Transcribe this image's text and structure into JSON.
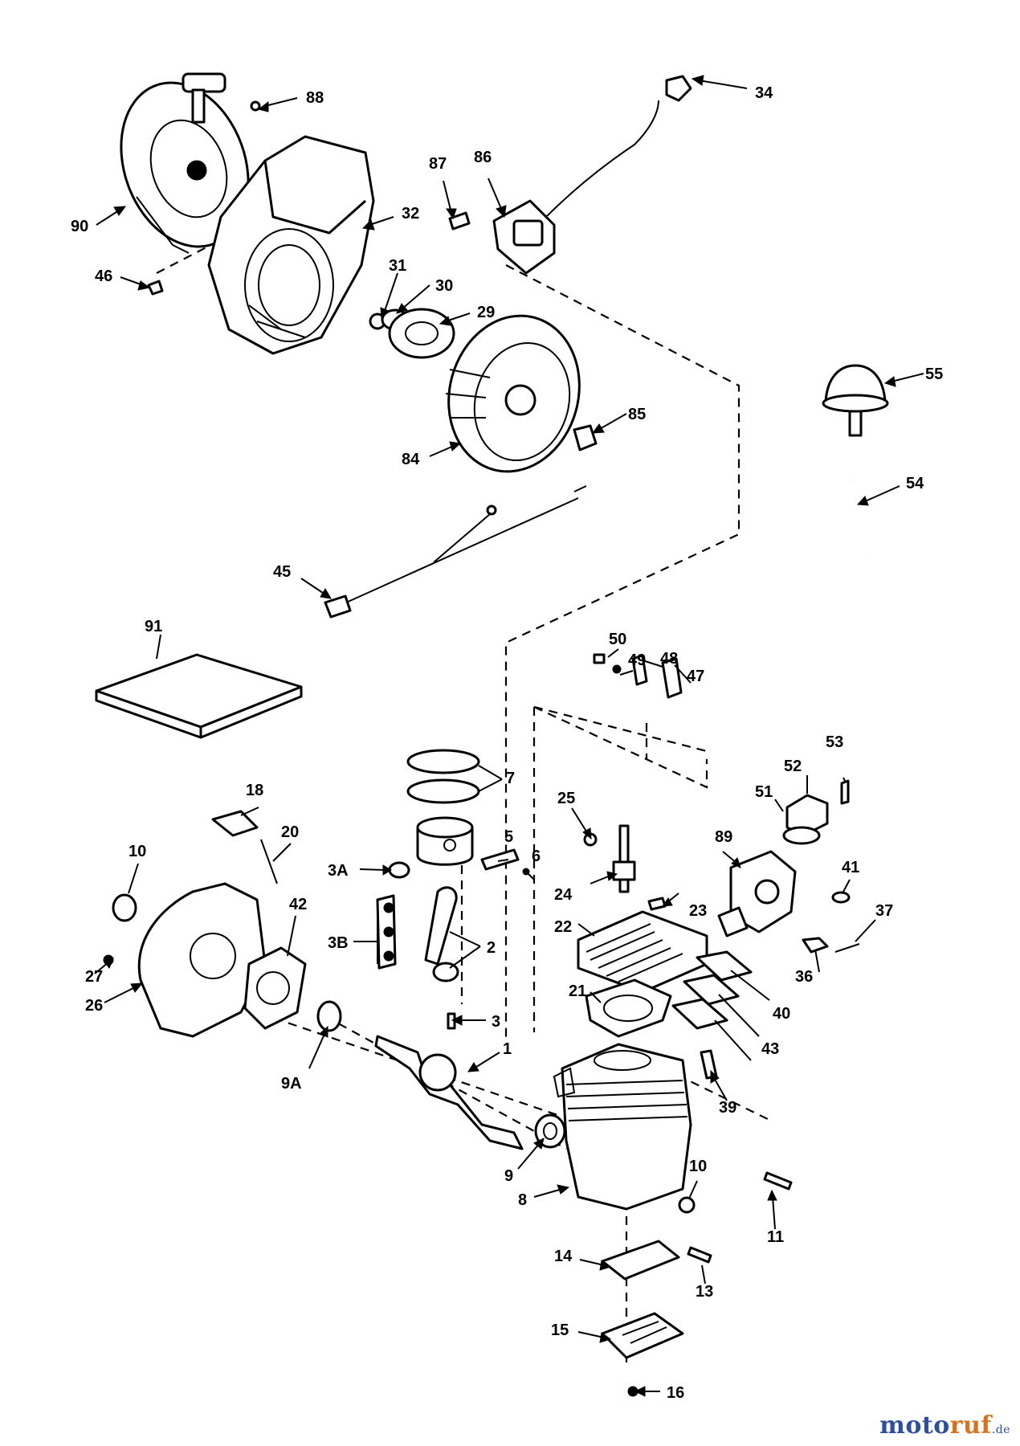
{
  "labels": [
    "88",
    "34",
    "87",
    "86",
    "90",
    "32",
    "46",
    "31",
    "30",
    "29",
    "55",
    "85",
    "84",
    "54",
    "45",
    "91",
    "50",
    "49",
    "48",
    "47",
    "7",
    "25",
    "18",
    "53",
    "52",
    "20",
    "51",
    "5",
    "6",
    "89",
    "10",
    "3A",
    "41",
    "37",
    "24",
    "23",
    "42",
    "22",
    "3B",
    "2",
    "27",
    "21",
    "26",
    "40",
    "3",
    "36",
    "43",
    "1",
    "9A",
    "39",
    "9",
    "10",
    "8",
    "11",
    "14",
    "13",
    "15",
    "16"
  ],
  "watermark": {
    "brand_part1": "moto",
    "brand_part2": "ruf",
    "domain": ".de"
  }
}
